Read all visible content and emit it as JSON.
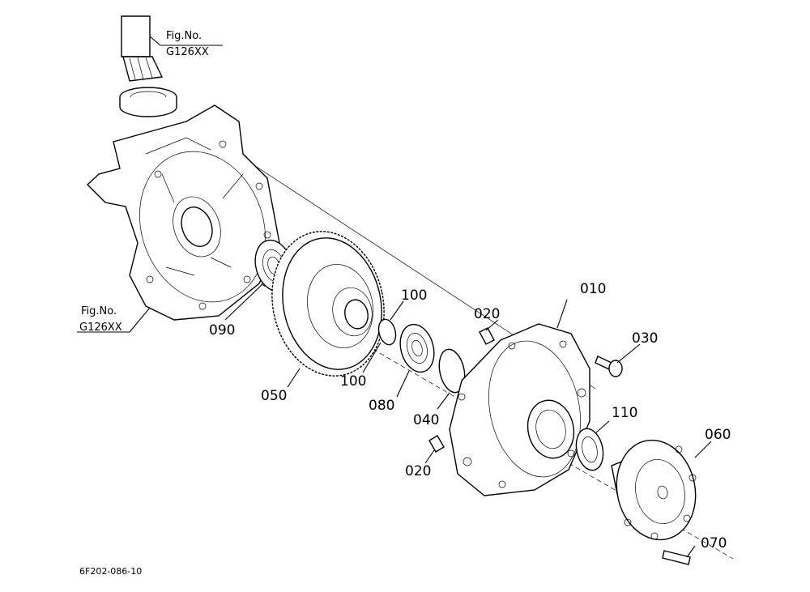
{
  "drawing_code": "6F202-086-10",
  "references": [
    {
      "id": "ref-top",
      "line1": "Fig.No.",
      "line2": "G126XX"
    },
    {
      "id": "ref-left",
      "line1": "Fig.No.",
      "line2": "G126XX"
    }
  ],
  "callouts": [
    {
      "id": "010",
      "text": "010"
    },
    {
      "id": "020a",
      "text": "020"
    },
    {
      "id": "020b",
      "text": "020"
    },
    {
      "id": "030",
      "text": "030"
    },
    {
      "id": "040",
      "text": "040"
    },
    {
      "id": "050",
      "text": "050"
    },
    {
      "id": "060",
      "text": "060"
    },
    {
      "id": "070",
      "text": "070"
    },
    {
      "id": "080",
      "text": "080"
    },
    {
      "id": "090",
      "text": "090"
    },
    {
      "id": "100a",
      "text": "100"
    },
    {
      "id": "100b",
      "text": "100"
    },
    {
      "id": "110",
      "text": "110"
    }
  ]
}
